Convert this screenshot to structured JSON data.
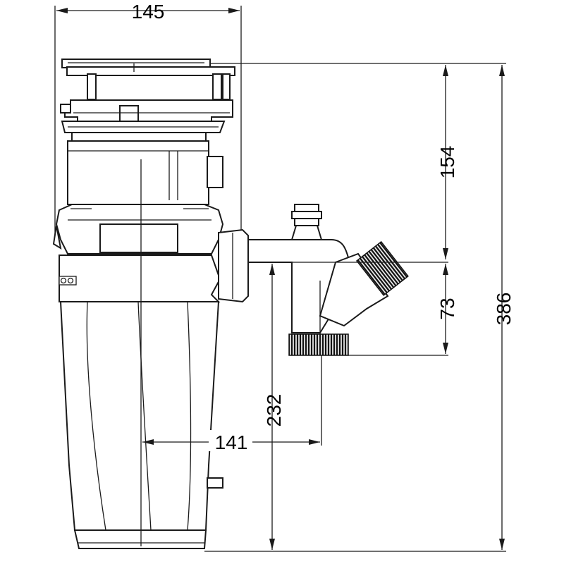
{
  "dimensions": {
    "overall_width": "145",
    "top_section_height": "154",
    "outlet_offset": "73",
    "overall_height": "386",
    "inlet_height": "232",
    "outlet_horizontal": "141"
  },
  "colors": {
    "line": "#1a1a1a",
    "thread_fill": "#111111",
    "background": "#ffffff"
  }
}
